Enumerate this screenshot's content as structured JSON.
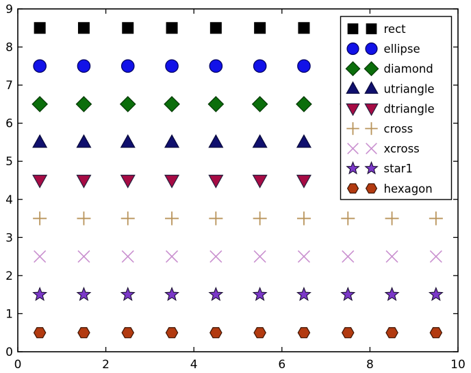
{
  "figure": {
    "background": "#ffffff",
    "axis_color": "#000000",
    "legend": {
      "position": "upper-right",
      "border_color": "#000000",
      "background": "#ffffff",
      "markers_per_entry": 2
    }
  },
  "chart_data": {
    "type": "scatter",
    "title": "",
    "xlabel": "",
    "ylabel": "",
    "xlim": [
      0,
      10
    ],
    "ylim": [
      0,
      9
    ],
    "grid": false,
    "legend_position": "upper right",
    "x_ticks": [
      0,
      2,
      4,
      6,
      8,
      10
    ],
    "x_tick_labels": [
      "0",
      "2",
      "4",
      "6",
      "8",
      "10"
    ],
    "y_ticks": [
      0,
      1,
      2,
      3,
      4,
      5,
      6,
      7,
      8,
      9
    ],
    "y_tick_labels": [
      "0",
      "1",
      "2",
      "3",
      "4",
      "5",
      "6",
      "7",
      "8",
      "9"
    ],
    "x": [
      0.5,
      1.5,
      2.5,
      3.5,
      4.5,
      5.5,
      6.5,
      7.5,
      8.5,
      9.5
    ],
    "series": [
      {
        "name": "rect",
        "marker": "rect",
        "y": 8.5,
        "color": "#000000",
        "edge_color": "#000000"
      },
      {
        "name": "ellipse",
        "marker": "ellipse",
        "y": 7.5,
        "color": "#1212e8",
        "edge_color": "#000060"
      },
      {
        "name": "diamond",
        "marker": "diamond",
        "y": 6.5,
        "color": "#0b6e0b",
        "edge_color": "#063806"
      },
      {
        "name": "utriangle",
        "marker": "utriangle",
        "y": 5.5,
        "color": "#10106e",
        "edge_color": "#08083a"
      },
      {
        "name": "dtriangle",
        "marker": "dtriangle",
        "y": 4.5,
        "color": "#a60b44",
        "edge_color": "#23203e"
      },
      {
        "name": "cross",
        "marker": "cross",
        "y": 3.5,
        "color": "#b8935a",
        "edge_color": "#b8935a"
      },
      {
        "name": "xcross",
        "marker": "xcross",
        "y": 2.5,
        "color": "#c98fcf",
        "edge_color": "#c98fcf"
      },
      {
        "name": "star1",
        "marker": "star1",
        "y": 1.5,
        "color": "#7b38c8",
        "edge_color": "#1a1030"
      },
      {
        "name": "hexagon",
        "marker": "hexagon",
        "y": 0.5,
        "color": "#b23a10",
        "edge_color": "#3a1404"
      }
    ]
  }
}
